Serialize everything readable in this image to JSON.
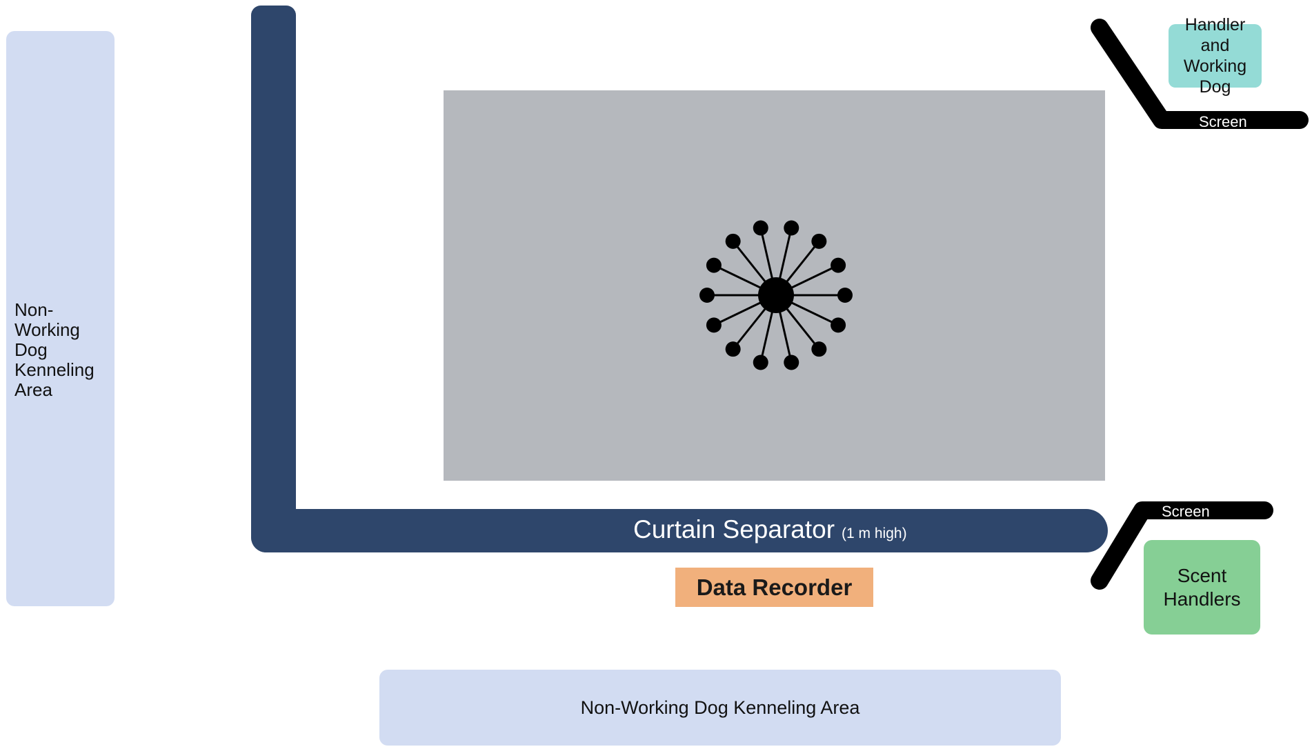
{
  "kennel_left": {
    "label": "Non-\nWorking\nDog\nKenneling\nArea"
  },
  "kennel_bottom": {
    "label": "Non-Working Dog Kenneling Area"
  },
  "curtain": {
    "label": "Curtain Separator",
    "note": "(1 m high)"
  },
  "data_recorder": {
    "label": "Data Recorder"
  },
  "handler": {
    "label": "Handler and\nWorking Dog"
  },
  "scent_handlers": {
    "label": "Scent\nHandlers"
  },
  "screens": {
    "top_label": "Screen",
    "bottom_label": "Screen"
  },
  "sample_wheel": {
    "arm_count": 14
  },
  "colors": {
    "kennel": "#d2dcf2",
    "search_area": "#b5b8bd",
    "curtain": "#2e466b",
    "data_recorder": "#f1b07c",
    "handler": "#94dbd6",
    "scent_handlers": "#86cf95",
    "screen": "#000000",
    "wheel": "#000000"
  }
}
